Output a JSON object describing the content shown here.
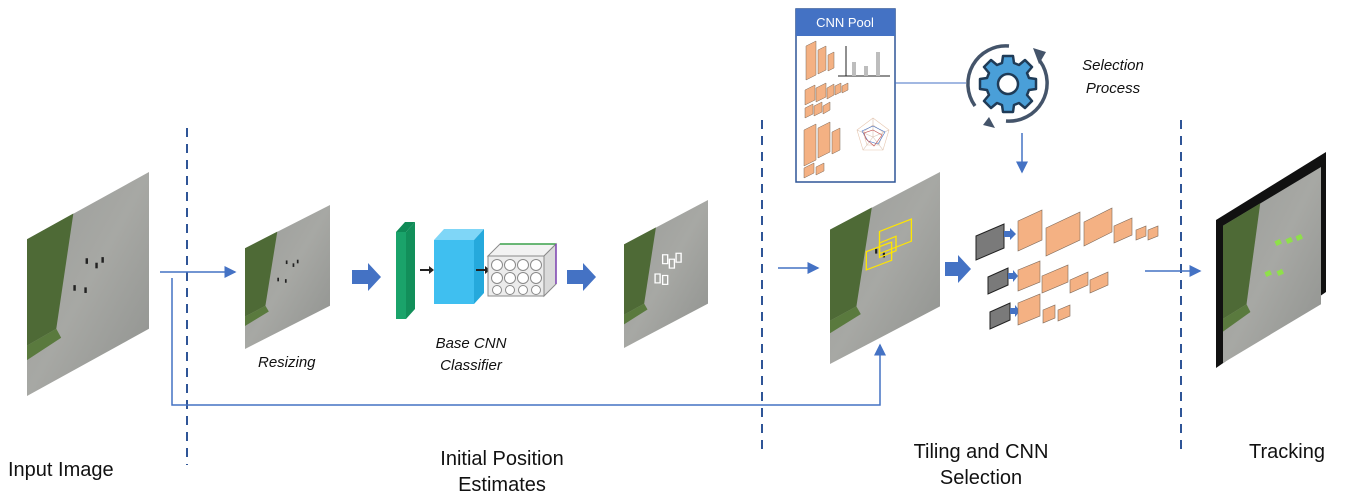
{
  "stages": {
    "input": "Input Image",
    "initial_line1": "Initial Position",
    "initial_line2": "Estimates",
    "tiling_line1": "Tiling and CNN",
    "tiling_line2": "Selection",
    "tracking": "Tracking"
  },
  "labels": {
    "resizing": "Resizing",
    "base_cnn_line1": "Base CNN",
    "base_cnn_line2": "Classifier",
    "selection_line1": "Selection",
    "selection_line2": "Process",
    "cnn_pool": "CNN Pool"
  },
  "colors": {
    "arrow_blue": "#4472c4",
    "divider_blue": "#2f5597",
    "pool_header": "#4472c4",
    "cnn_block": "#f4b183",
    "green_layer": "#1aa36a",
    "cyan_layer": "#3fbff0",
    "detection_yellow": "#ffe600",
    "tracked_green": "#8fe04a"
  }
}
